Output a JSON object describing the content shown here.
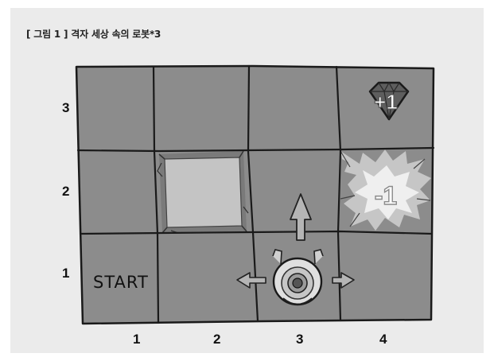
{
  "caption": "[ 그림 1 ] 격자 세상 속의 로봇*3",
  "rows": [
    "3",
    "2",
    "1"
  ],
  "columns": [
    "1",
    "2",
    "3",
    "4"
  ],
  "cells": {
    "start_label": "START",
    "reward_label": "+1",
    "penalty_label": "-1"
  },
  "grid": {
    "size": [
      4,
      3
    ],
    "start": [
      1,
      1
    ],
    "wall": [
      2,
      2
    ],
    "reward": {
      "cell": [
        4,
        3
      ],
      "value": 1
    },
    "penalty": {
      "cell": [
        4,
        2
      ],
      "value": -1
    },
    "robot": [
      3,
      1
    ]
  },
  "colors": {
    "floor": "#8c8c8c",
    "wall": "#bdbdbd",
    "ink": "#1a1a1a",
    "background": "#ebebeb"
  },
  "icons": {
    "reward": "diamond-icon",
    "penalty": "explosion-icon",
    "robot": "robot-icon",
    "arrows": [
      "arrow-up-icon",
      "arrow-left-icon",
      "arrow-right-icon"
    ]
  }
}
